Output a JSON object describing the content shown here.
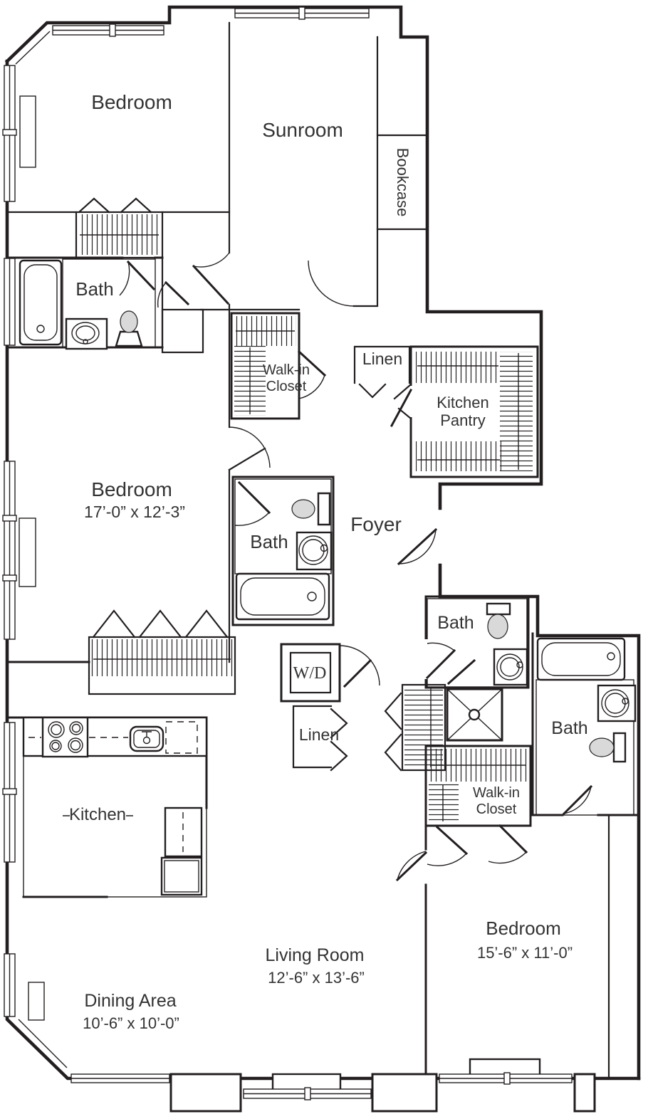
{
  "colors": {
    "wall": "#231f20",
    "text": "#333333",
    "background": "#ffffff",
    "fixture_fill": "#d9d9d9"
  },
  "rooms": {
    "bedroom_top": {
      "label": "Bedroom"
    },
    "sunroom": {
      "label": "Sunroom"
    },
    "bookcase": {
      "label": "Bookcase"
    },
    "bath_top": {
      "label": "Bath"
    },
    "walkin_top": {
      "line1": "Walk-in",
      "line2": "Closet"
    },
    "linen_top": {
      "label": "Linen"
    },
    "pantry": {
      "line1": "Kitchen",
      "line2": "Pantry"
    },
    "bedroom_mid": {
      "label": "Bedroom",
      "dims": "17’-0” x 12’-3”"
    },
    "bath_mid": {
      "label": "Bath"
    },
    "foyer": {
      "label": "Foyer"
    },
    "wd": {
      "label": "W/D"
    },
    "linen_mid": {
      "label": "Linen"
    },
    "bath_right_upper": {
      "label": "Bath"
    },
    "bath_right_lower": {
      "label": "Bath"
    },
    "walkin_right": {
      "line1": "Walk-in",
      "line2": "Closet"
    },
    "kitchen": {
      "label": "Kitchen"
    },
    "living": {
      "label": "Living Room",
      "dims": "12’-6” x 13’-6”"
    },
    "dining": {
      "label": "Dining Area",
      "dims": "10’-6” x 10’-0”"
    },
    "bedroom_bottom": {
      "label": "Bedroom",
      "dims": "15’-6” x 11’-0”"
    }
  }
}
